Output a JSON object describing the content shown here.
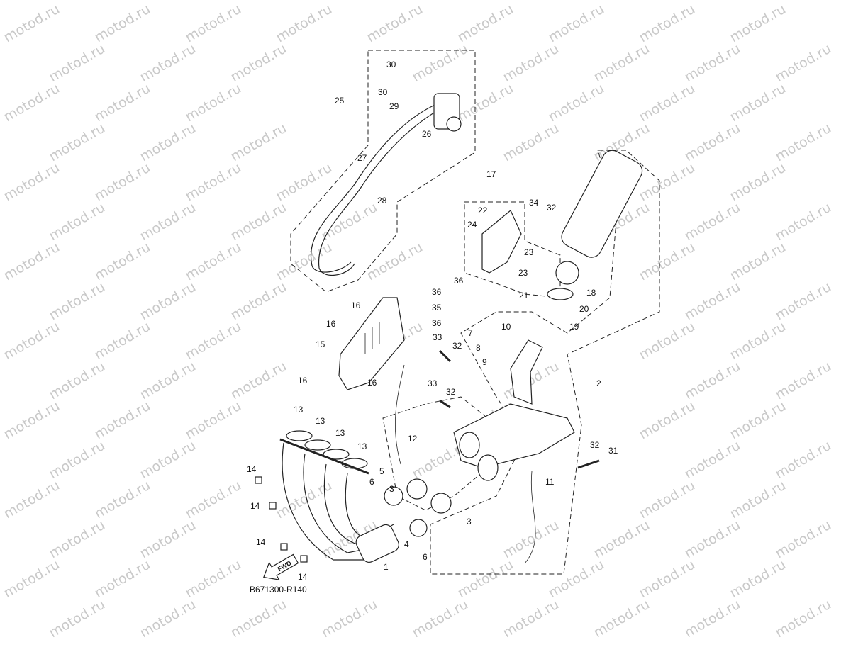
{
  "watermark": "motod.ru",
  "diagram_code": "B671300-R140",
  "fwd_label": "FWD",
  "callouts": [
    "30",
    "30",
    "29",
    "25",
    "26",
    "27",
    "28",
    "17",
    "22",
    "24",
    "34",
    "32",
    "23",
    "23",
    "18",
    "21",
    "20",
    "19",
    "36",
    "36",
    "35",
    "36",
    "10",
    "7",
    "8",
    "9",
    "33",
    "32",
    "2",
    "16",
    "16",
    "15",
    "16",
    "16",
    "33",
    "32",
    "12",
    "13",
    "13",
    "13",
    "13",
    "14",
    "14",
    "14",
    "14",
    "5",
    "6",
    "3",
    "3",
    "4",
    "6",
    "1",
    "11",
    "32",
    "31"
  ]
}
